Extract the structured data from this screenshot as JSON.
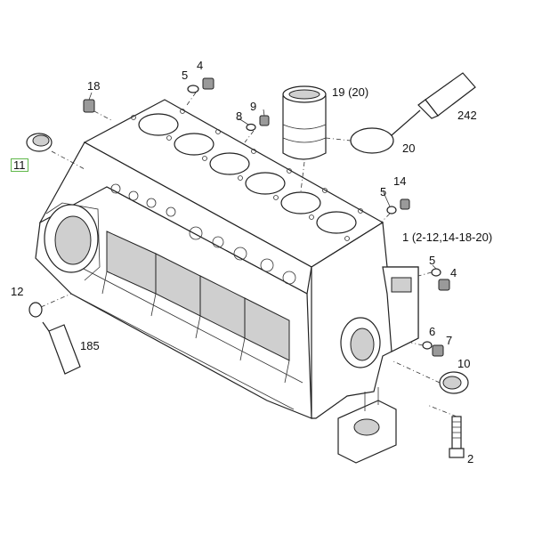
{
  "callouts": {
    "c11": "11",
    "c18": "18",
    "c5a": "5",
    "c4a": "4",
    "c8": "8",
    "c9": "9",
    "c19": "19 (20)",
    "c242": "242",
    "c20": "20",
    "c5b": "5",
    "c14": "14",
    "c1": "1 (2-12,14-18-20)",
    "c12": "12",
    "c185": "185",
    "c5c": "5",
    "c4b": "4",
    "c6": "6",
    "c7": "7",
    "c10": "10",
    "c2": "2"
  },
  "colors": {
    "highlight": "#5fb84a"
  }
}
